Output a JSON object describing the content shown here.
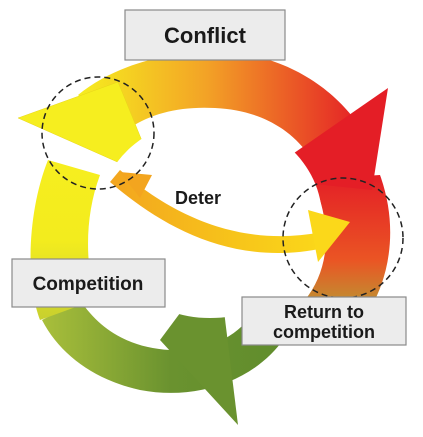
{
  "diagram": {
    "labels": {
      "conflict": "Conflict",
      "competition": "Competition",
      "return_line1": "Return to",
      "return_line2": "competition",
      "deter": "Deter"
    },
    "colors": {
      "yellow": "#f6ee1f",
      "orange": "#f3a326",
      "red": "#e41e26",
      "green_light": "#a6b43a",
      "green_dark": "#6a922f",
      "label_box": "#ececec"
    }
  }
}
